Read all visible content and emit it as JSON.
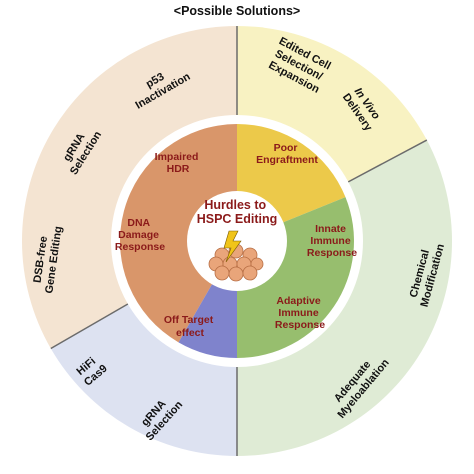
{
  "title": "<Possible Solutions>",
  "center": {
    "line1": "Hurdles to",
    "line2": "HSPC Editing"
  },
  "colors": {
    "outer_tan": "#f4e4d2",
    "outer_yellow": "#f8f2c2",
    "outer_green": "#dfebd5",
    "outer_blue": "#dde2f1",
    "inner_orange": "#d9966a",
    "inner_yellow": "#ecc94a",
    "inner_green": "#97be6e",
    "inner_blue": "#7f83cc",
    "divider": "#6b6b6b",
    "label_red": "#8b1a1a",
    "bolt": "#f0c419",
    "cells": "#e9a57a"
  },
  "inner_labels": {
    "impaired_hdr": [
      "Impaired",
      "HDR"
    ],
    "dna_damage": [
      "DNA",
      "Damage",
      "Response"
    ],
    "poor_engraftment": [
      "Poor",
      "Engraftment"
    ],
    "innate_immune": [
      "Innate",
      "Immune",
      "Response"
    ],
    "adaptive_immune": [
      "Adaptive",
      "Immune",
      "Response"
    ],
    "off_target": [
      "Off Target",
      "effect"
    ]
  },
  "outer_labels": {
    "p53": [
      "p53",
      "Inactivation"
    ],
    "grna_selection_left": [
      "gRNA",
      "Selection"
    ],
    "dsb_free": [
      "DSB-free",
      "Gene Editing"
    ],
    "edited_cell": [
      "Edited Cell",
      "Selection/",
      "Expansion"
    ],
    "in_vivo": [
      "In Vivo",
      "Delivery"
    ],
    "chemical_mod": [
      "Chemical",
      "Modification"
    ],
    "adequate_myelo": [
      "Adequate",
      "Myeloablation"
    ],
    "hifi_cas9": [
      "HiFi",
      "Cas9"
    ],
    "grna_selection_bottom": [
      "gRNA",
      "Selection"
    ]
  },
  "icons": [
    "lightning-bolt-icon",
    "cell-cluster-icon"
  ]
}
